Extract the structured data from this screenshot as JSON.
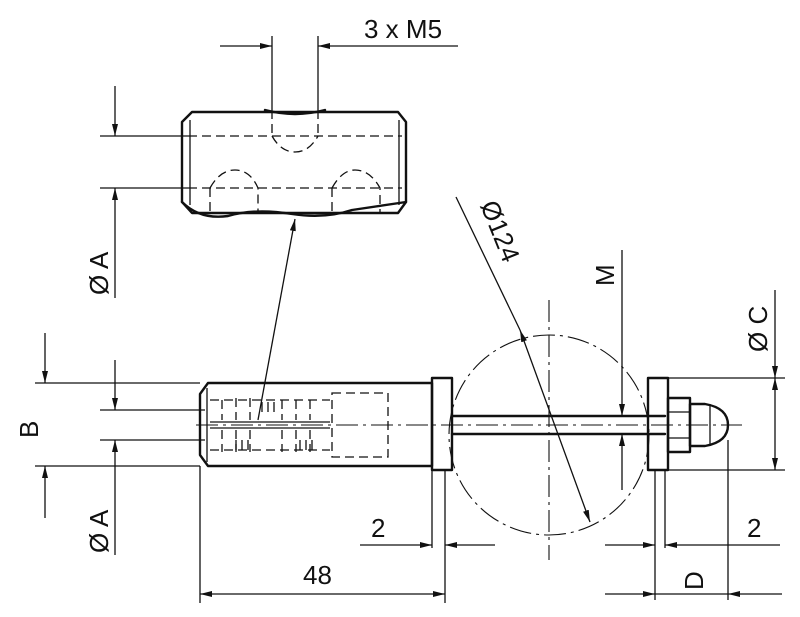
{
  "labels": {
    "thread_callout": "3 x M5",
    "diameter_a_top": "Ø A",
    "diameter_a_bottom": "Ø A",
    "dim_b": "B",
    "dim_m": "M",
    "diameter_c": "Ø C",
    "diameter_124": "Ø124",
    "dim_2_left": "2",
    "dim_2_right": "2",
    "dim_48": "48",
    "dim_d": "D"
  }
}
